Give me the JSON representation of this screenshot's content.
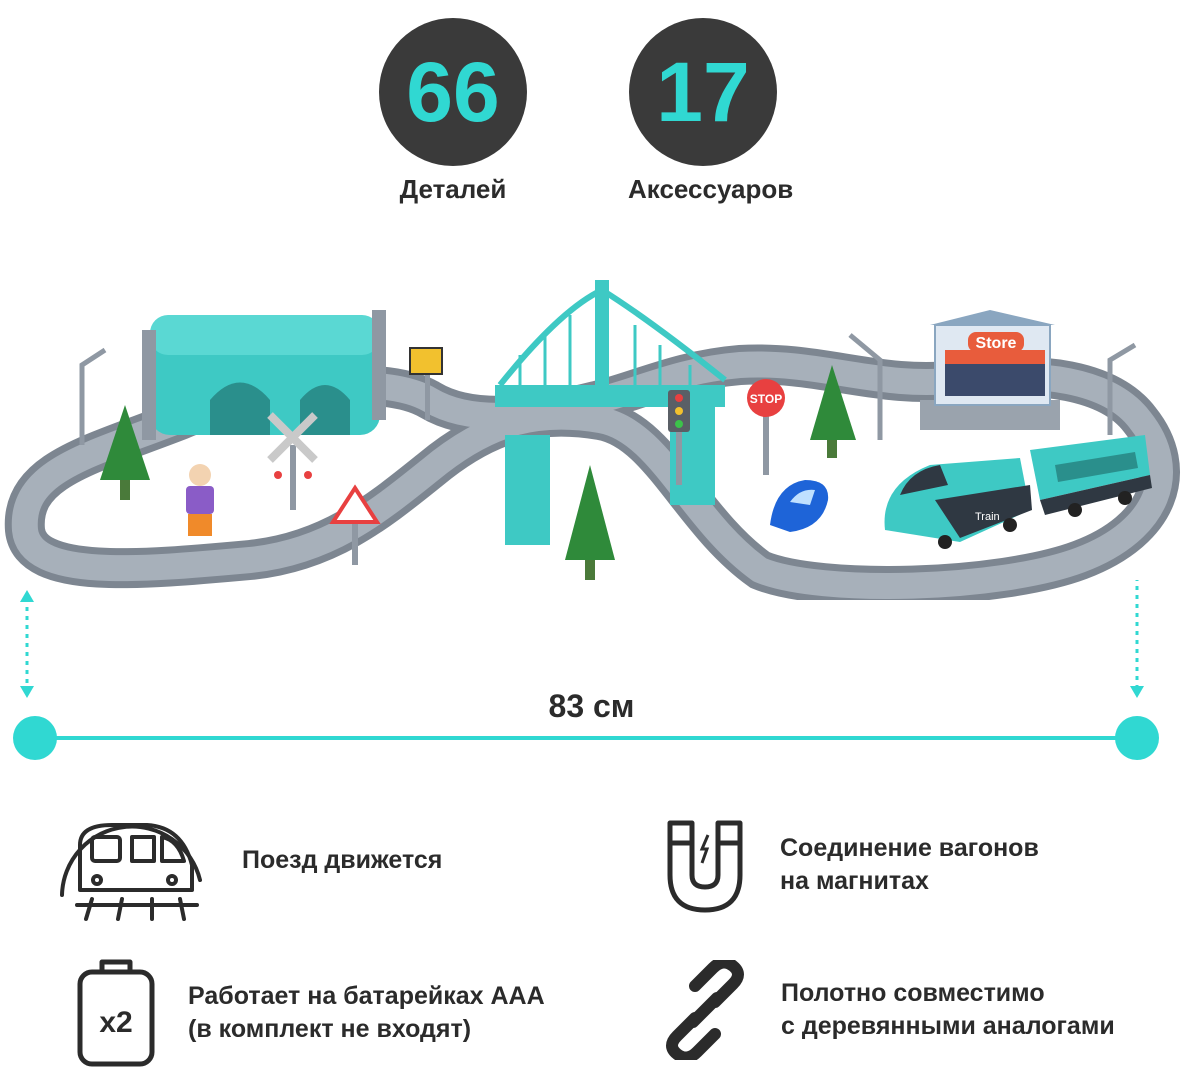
{
  "stats": [
    {
      "value": "66",
      "label": "Деталей"
    },
    {
      "value": "17",
      "label": "Аксессуаров"
    }
  ],
  "dimension": {
    "label": "83 см"
  },
  "features": [
    {
      "icon": "train-icon",
      "lines": [
        "Поезд движется"
      ]
    },
    {
      "icon": "magnet-icon",
      "lines": [
        "Соединение вагонов",
        "на магнитах"
      ]
    },
    {
      "icon": "battery-icon",
      "icon_text": "x2",
      "lines": [
        "Работает на батарейках ААА",
        "(в комплект не входят)"
      ]
    },
    {
      "icon": "chain-link-icon",
      "lines": [
        "Полотно совместимо",
        "с деревянными аналогами"
      ]
    }
  ],
  "scene": {
    "store_sign": "Store",
    "stop_sign": "STOP",
    "train_label": "Train"
  },
  "colors": {
    "accent": "#30d8d2",
    "circle": "#3a3a3a",
    "track": "#8f98a3",
    "toy_teal": "#3ec9c4",
    "text": "#2b2b2b"
  }
}
